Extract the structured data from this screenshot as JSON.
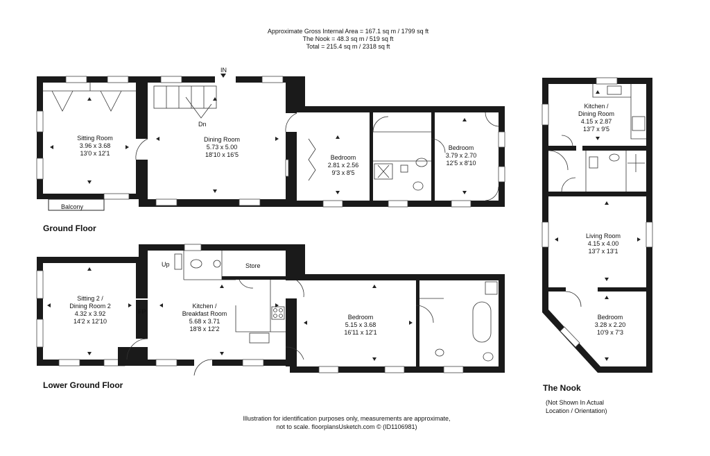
{
  "header": {
    "line1": "Approximate Gross Internal Area = 167.1 sq m / 1799 sq ft",
    "line2": "The Nook = 48.3 sq m / 519 sq ft",
    "line3": "Total = 215.4 sq m / 2318 sq ft"
  },
  "floors": {
    "ground": "Ground Floor",
    "lower": "Lower Ground Floor",
    "nook": "The Nook",
    "nook_note1": "(Not Shown In Actual",
    "nook_note2": "Location / Orientation)"
  },
  "labels": {
    "in": "IN",
    "dn": "Dn",
    "up": "Up",
    "balcony": "Balcony",
    "store": "Store",
    "fp": "FP"
  },
  "rooms": {
    "sitting": {
      "name": "Sitting Room",
      "metric": "3.96 x 3.68",
      "imperial": "13'0 x 12'1"
    },
    "dining": {
      "name": "Dining Room",
      "metric": "5.73 x 5.00",
      "imperial": "18'10 x 16'5"
    },
    "bed_g1": {
      "name": "Bedroom",
      "metric": "2.81 x 2.56",
      "imperial": "9'3 x 8'5"
    },
    "bed_g2": {
      "name": "Bedroom",
      "metric": "3.79 x 2.70",
      "imperial": "12'5 x 8'10"
    },
    "sitting2": {
      "name1": "Sitting 2 /",
      "name2": "Dining Room 2",
      "metric": "4.32 x 3.92",
      "imperial": "14'2 x 12'10"
    },
    "kitchen_lg": {
      "name1": "Kitchen /",
      "name2": "Breakfast Room",
      "metric": "5.68 x 3.71",
      "imperial": "18'8 x 12'2"
    },
    "bed_lg": {
      "name": "Bedroom",
      "metric": "5.15 x 3.68",
      "imperial": "16'11 x 12'1"
    },
    "nook_kitchen": {
      "name1": "Kitchen /",
      "name2": "Dining Room",
      "metric": "4.15 x 2.87",
      "imperial": "13'7 x 9'5"
    },
    "nook_living": {
      "name": "Living Room",
      "metric": "4.15 x 4.00",
      "imperial": "13'7 x 13'1"
    },
    "nook_bed": {
      "name": "Bedroom",
      "metric": "3.28 x 2.20",
      "imperial": "10'9 x 7'3"
    }
  },
  "footer": {
    "line1": "Illustration for identification purposes only, measurements are approximate,",
    "line2": "not to scale. floorplansUsketch.com © (ID1106981)"
  },
  "colors": {
    "wall": "#1a1a1a",
    "background": "#ffffff"
  }
}
